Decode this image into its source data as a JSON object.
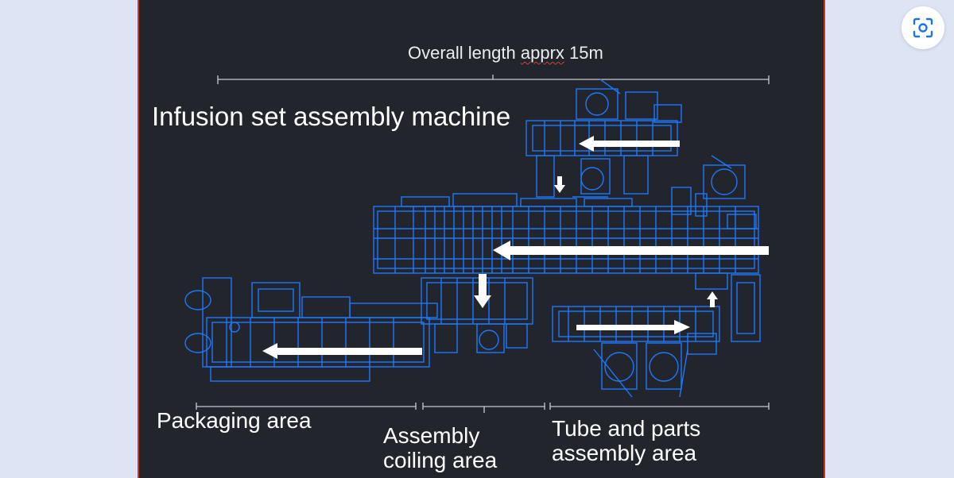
{
  "diagram": {
    "overall_length_prefix": "Overall length ",
    "overall_length_underlined": "apprx",
    "overall_length_suffix": " 15m",
    "title": "Infusion set assembly machine",
    "areas": {
      "packaging": "Packaging area",
      "assembly_line1": "Assembly",
      "assembly_line2": "coiling area",
      "tube_line1": "Tube and parts",
      "tube_line2": "assembly area"
    }
  },
  "colors": {
    "slide_bg": "#22252b",
    "page_bg": "#dde5f4",
    "blueprint": "#1e78ff",
    "arrow": "#ffffff",
    "dimension_line": "#c8ccd2"
  },
  "icons": {
    "lens": "lens-search-icon"
  }
}
